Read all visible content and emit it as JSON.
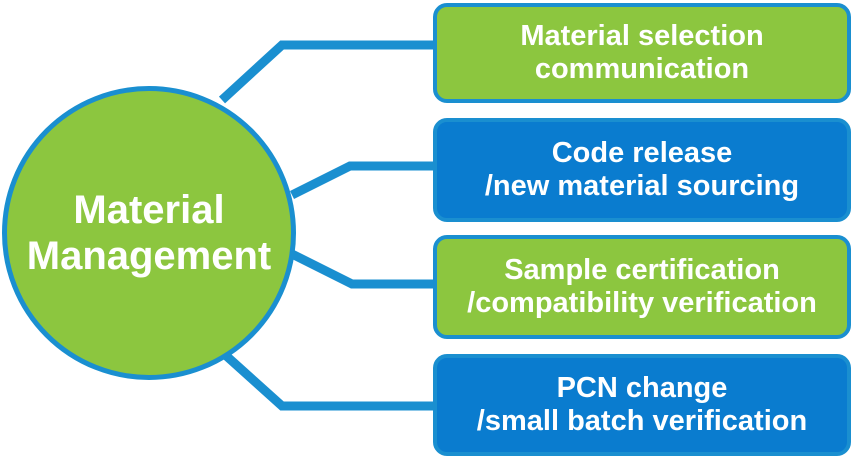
{
  "hub": {
    "line1": "Material",
    "line2": "Management"
  },
  "branches": [
    {
      "line1": "Material selection",
      "line2": "communication"
    },
    {
      "line1": "Code release",
      "line2": "/new material sourcing"
    },
    {
      "line1": "Sample certification",
      "line2": "/compatibility verification"
    },
    {
      "line1": "PCN change",
      "line2": "/small batch verification"
    }
  ],
  "colors": {
    "green": "#8cc63f",
    "blue": "#0a7ccf",
    "connector": "#1a8fd0",
    "text": "#ffffff"
  }
}
